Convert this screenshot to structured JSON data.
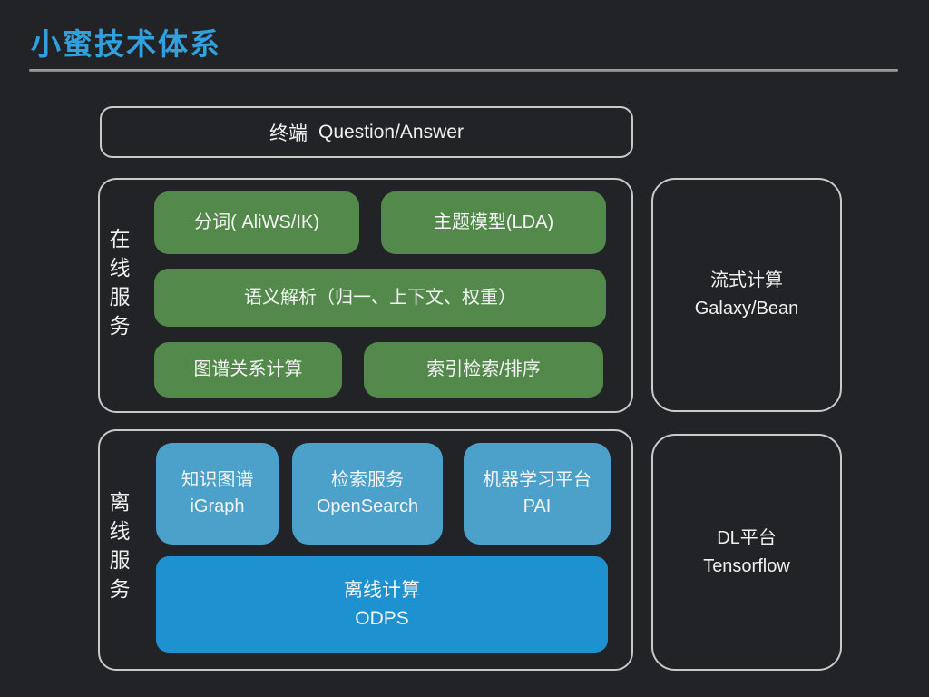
{
  "slide": {
    "title": "小蜜技术体系",
    "colors": {
      "background": "#222326",
      "title_accent": "#31a0dc",
      "divider_gray": "#8f8f8f",
      "outline_border": "#c9c9c9",
      "online_green": "#538a4c",
      "offline_light_blue": "#4ba1c9",
      "offline_dark_blue": "#1e92d0",
      "text": "#f0f0f0"
    }
  },
  "terminal": {
    "label_zh": "终端",
    "label_en": "Question/Answer"
  },
  "online_services": {
    "group_label": "在线服务",
    "group_label_chars": [
      "在",
      "线",
      "服",
      "务"
    ],
    "boxes": {
      "word_segmentation": "分词( AliWS/IK)",
      "topic_model": "主题模型(LDA)",
      "semantic_parsing": "语义解析（归一、上下文、权重）",
      "graph_relation_compute": "图谱关系计算",
      "index_retrieval_ranking": "索引检索/排序"
    }
  },
  "offline_services": {
    "group_label": "离线服务",
    "group_label_chars": [
      "离",
      "线",
      "服",
      "务"
    ],
    "boxes": {
      "knowledge_graph": {
        "line1": "知识图谱",
        "line2": "iGraph"
      },
      "retrieval_service": {
        "line1": "检索服务",
        "line2": "OpenSearch"
      },
      "ml_platform": {
        "line1": "机器学习平台",
        "line2": "PAI"
      },
      "offline_compute": {
        "line1": "离线计算",
        "line2": "ODPS"
      }
    }
  },
  "side_panels": {
    "stream_compute": {
      "line1": "流式计算",
      "line2": "Galaxy/Bean"
    },
    "dl_platform": {
      "line1": "DL平台",
      "line2": "Tensorflow"
    }
  }
}
